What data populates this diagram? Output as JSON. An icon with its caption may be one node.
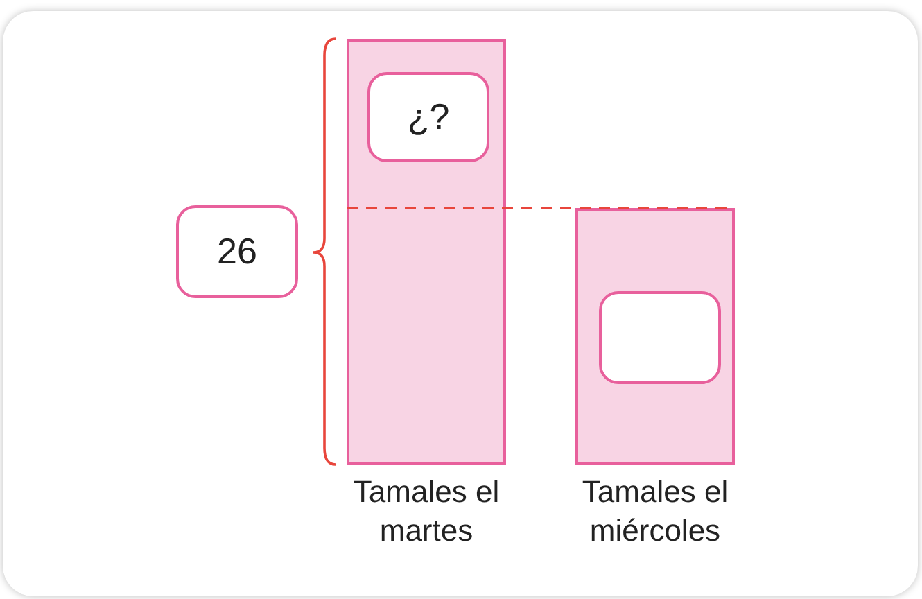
{
  "diagram": {
    "nodes": [
      {
        "text": [
          "Tamales el martes"
        ]
      },
      {
        "text": [
          "¿?"
        ],
        "in": 0
      },
      {
        "text": [
          "Tamales el miércoles"
        ]
      },
      {
        "text": [],
        "shape": "box",
        "in": 2
      },
      {
        "text": [
          "26"
        ]
      }
    ],
    "edges": [
      {
        "from": 0,
        "to": 2,
        "arrow": "none",
        "style": "dashed",
        "color": "#e8463c"
      }
    ]
  }
}
